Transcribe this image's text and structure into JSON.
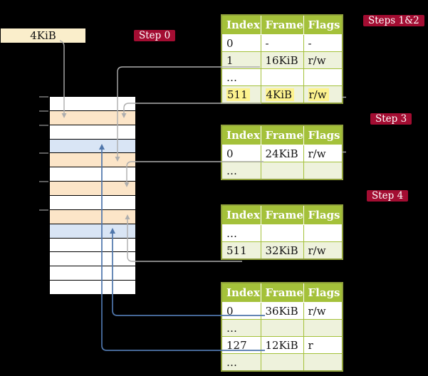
{
  "source_box": {
    "label": "4KiB"
  },
  "step_labels": [
    {
      "id": "step-0",
      "text": "Step 0"
    },
    {
      "id": "steps-1-2",
      "text": "Steps 1&2"
    },
    {
      "id": "step-3",
      "text": "Step 3"
    },
    {
      "id": "step-4",
      "text": "Step 4"
    }
  ],
  "page_tables": [
    {
      "name": "table-steps-1-2",
      "headers": [
        "Index",
        "Frame",
        "Flags"
      ],
      "rows": [
        {
          "cells": [
            "0",
            "-",
            "-"
          ]
        },
        {
          "cells": [
            "1",
            "16KiB",
            "r/w"
          ]
        },
        {
          "cells": [
            "…",
            "",
            ""
          ]
        },
        {
          "cells": [
            "511",
            "4KiB",
            "r/w"
          ],
          "highlighted": true
        }
      ]
    },
    {
      "name": "table-step-3",
      "headers": [
        "Index",
        "Frame",
        "Flags"
      ],
      "rows": [
        {
          "cells": [
            "0",
            "24KiB",
            "r/w"
          ]
        },
        {
          "cells": [
            "…",
            "",
            ""
          ]
        }
      ]
    },
    {
      "name": "table-step-4",
      "headers": [
        "Index",
        "Frame",
        "Flags"
      ],
      "rows": [
        {
          "cells": [
            "…",
            "",
            ""
          ]
        },
        {
          "cells": [
            "511",
            "32KiB",
            "r/w"
          ]
        }
      ]
    },
    {
      "name": "table-final",
      "headers": [
        "Index",
        "Frame",
        "Flags"
      ],
      "rows": [
        {
          "cells": [
            "0",
            "36KiB",
            "r/w"
          ]
        },
        {
          "cells": [
            "…",
            "",
            ""
          ]
        },
        {
          "cells": [
            "127",
            "12KiB",
            "r"
          ]
        },
        {
          "cells": [
            "…",
            "",
            ""
          ]
        }
      ]
    }
  ],
  "memory_column": {
    "rows": [
      "white",
      "orange",
      "white",
      "blue",
      "orange",
      "white",
      "orange",
      "white",
      "orange",
      "blue",
      "white",
      "white",
      "white",
      "white"
    ]
  },
  "colors": {
    "accent_red": "#a30d32",
    "table_header_green": "#a4c13a",
    "row_tint_green": "#eef2dc",
    "highlight_yellow": "#fdf38f",
    "frame_orange": "#fce5c8",
    "frame_blue": "#d9e5f5",
    "arrow_gray": "#aeaeae",
    "arrow_blue": "#4f76ab"
  }
}
